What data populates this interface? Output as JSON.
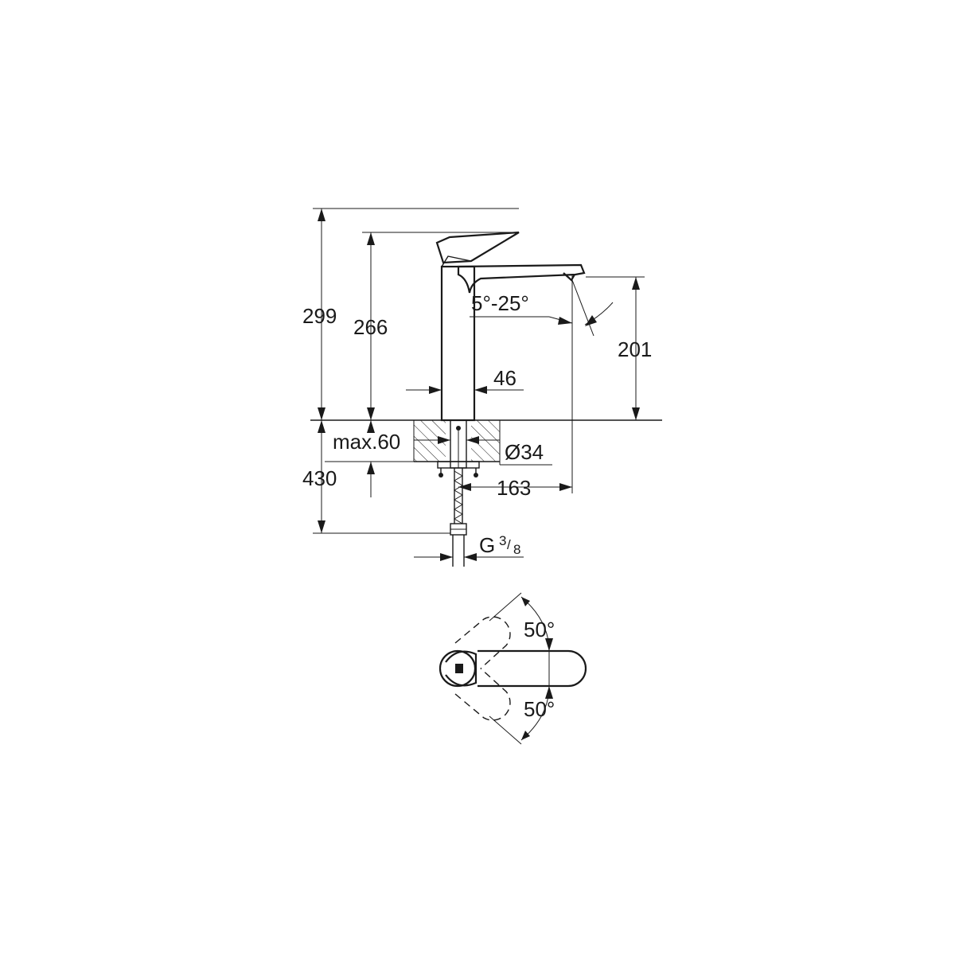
{
  "dimensions": {
    "total_height": "299",
    "lever_height": "266",
    "spout_height": "201",
    "body_width": "46",
    "spout_angle": "5°-25°",
    "countertop_max": "max.60",
    "hole_diameter": "Ø34",
    "spout_reach": "163",
    "hose_length": "430",
    "connection_thread": "G",
    "connection_fraction_num": "3",
    "connection_fraction_den": "8",
    "rotation_up": "50°",
    "rotation_down": "50°"
  },
  "icons": {
    "faucet": "faucet-side-view",
    "handle": "lever-top-view"
  },
  "colors": {
    "line": "#1a1a1a",
    "background": "#ffffff"
  }
}
